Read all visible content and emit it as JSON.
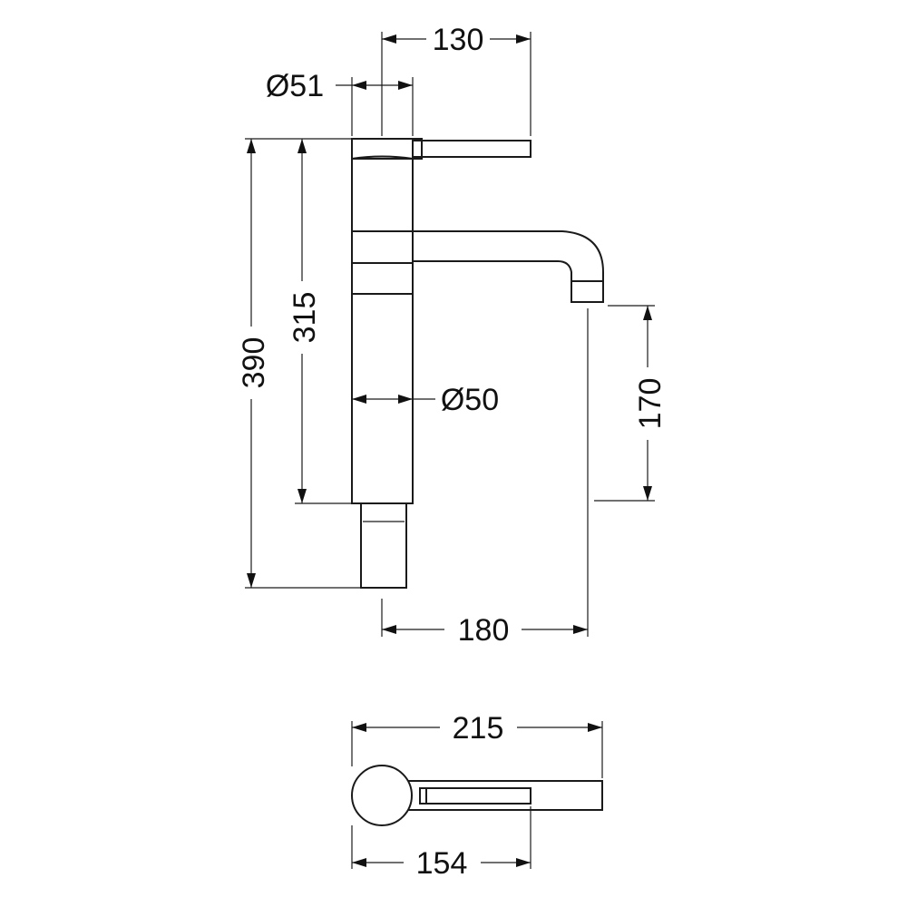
{
  "dimensions": {
    "width_lever": "130",
    "diameter_handle": "Ø51",
    "total_height": "390",
    "body_height": "315",
    "diameter_body": "Ø50",
    "spout_height": "170",
    "spout_reach": "180",
    "plan_length": "215",
    "plan_lever": "154"
  },
  "colors": {
    "line": "#1a1a1a",
    "background": "#ffffff"
  }
}
